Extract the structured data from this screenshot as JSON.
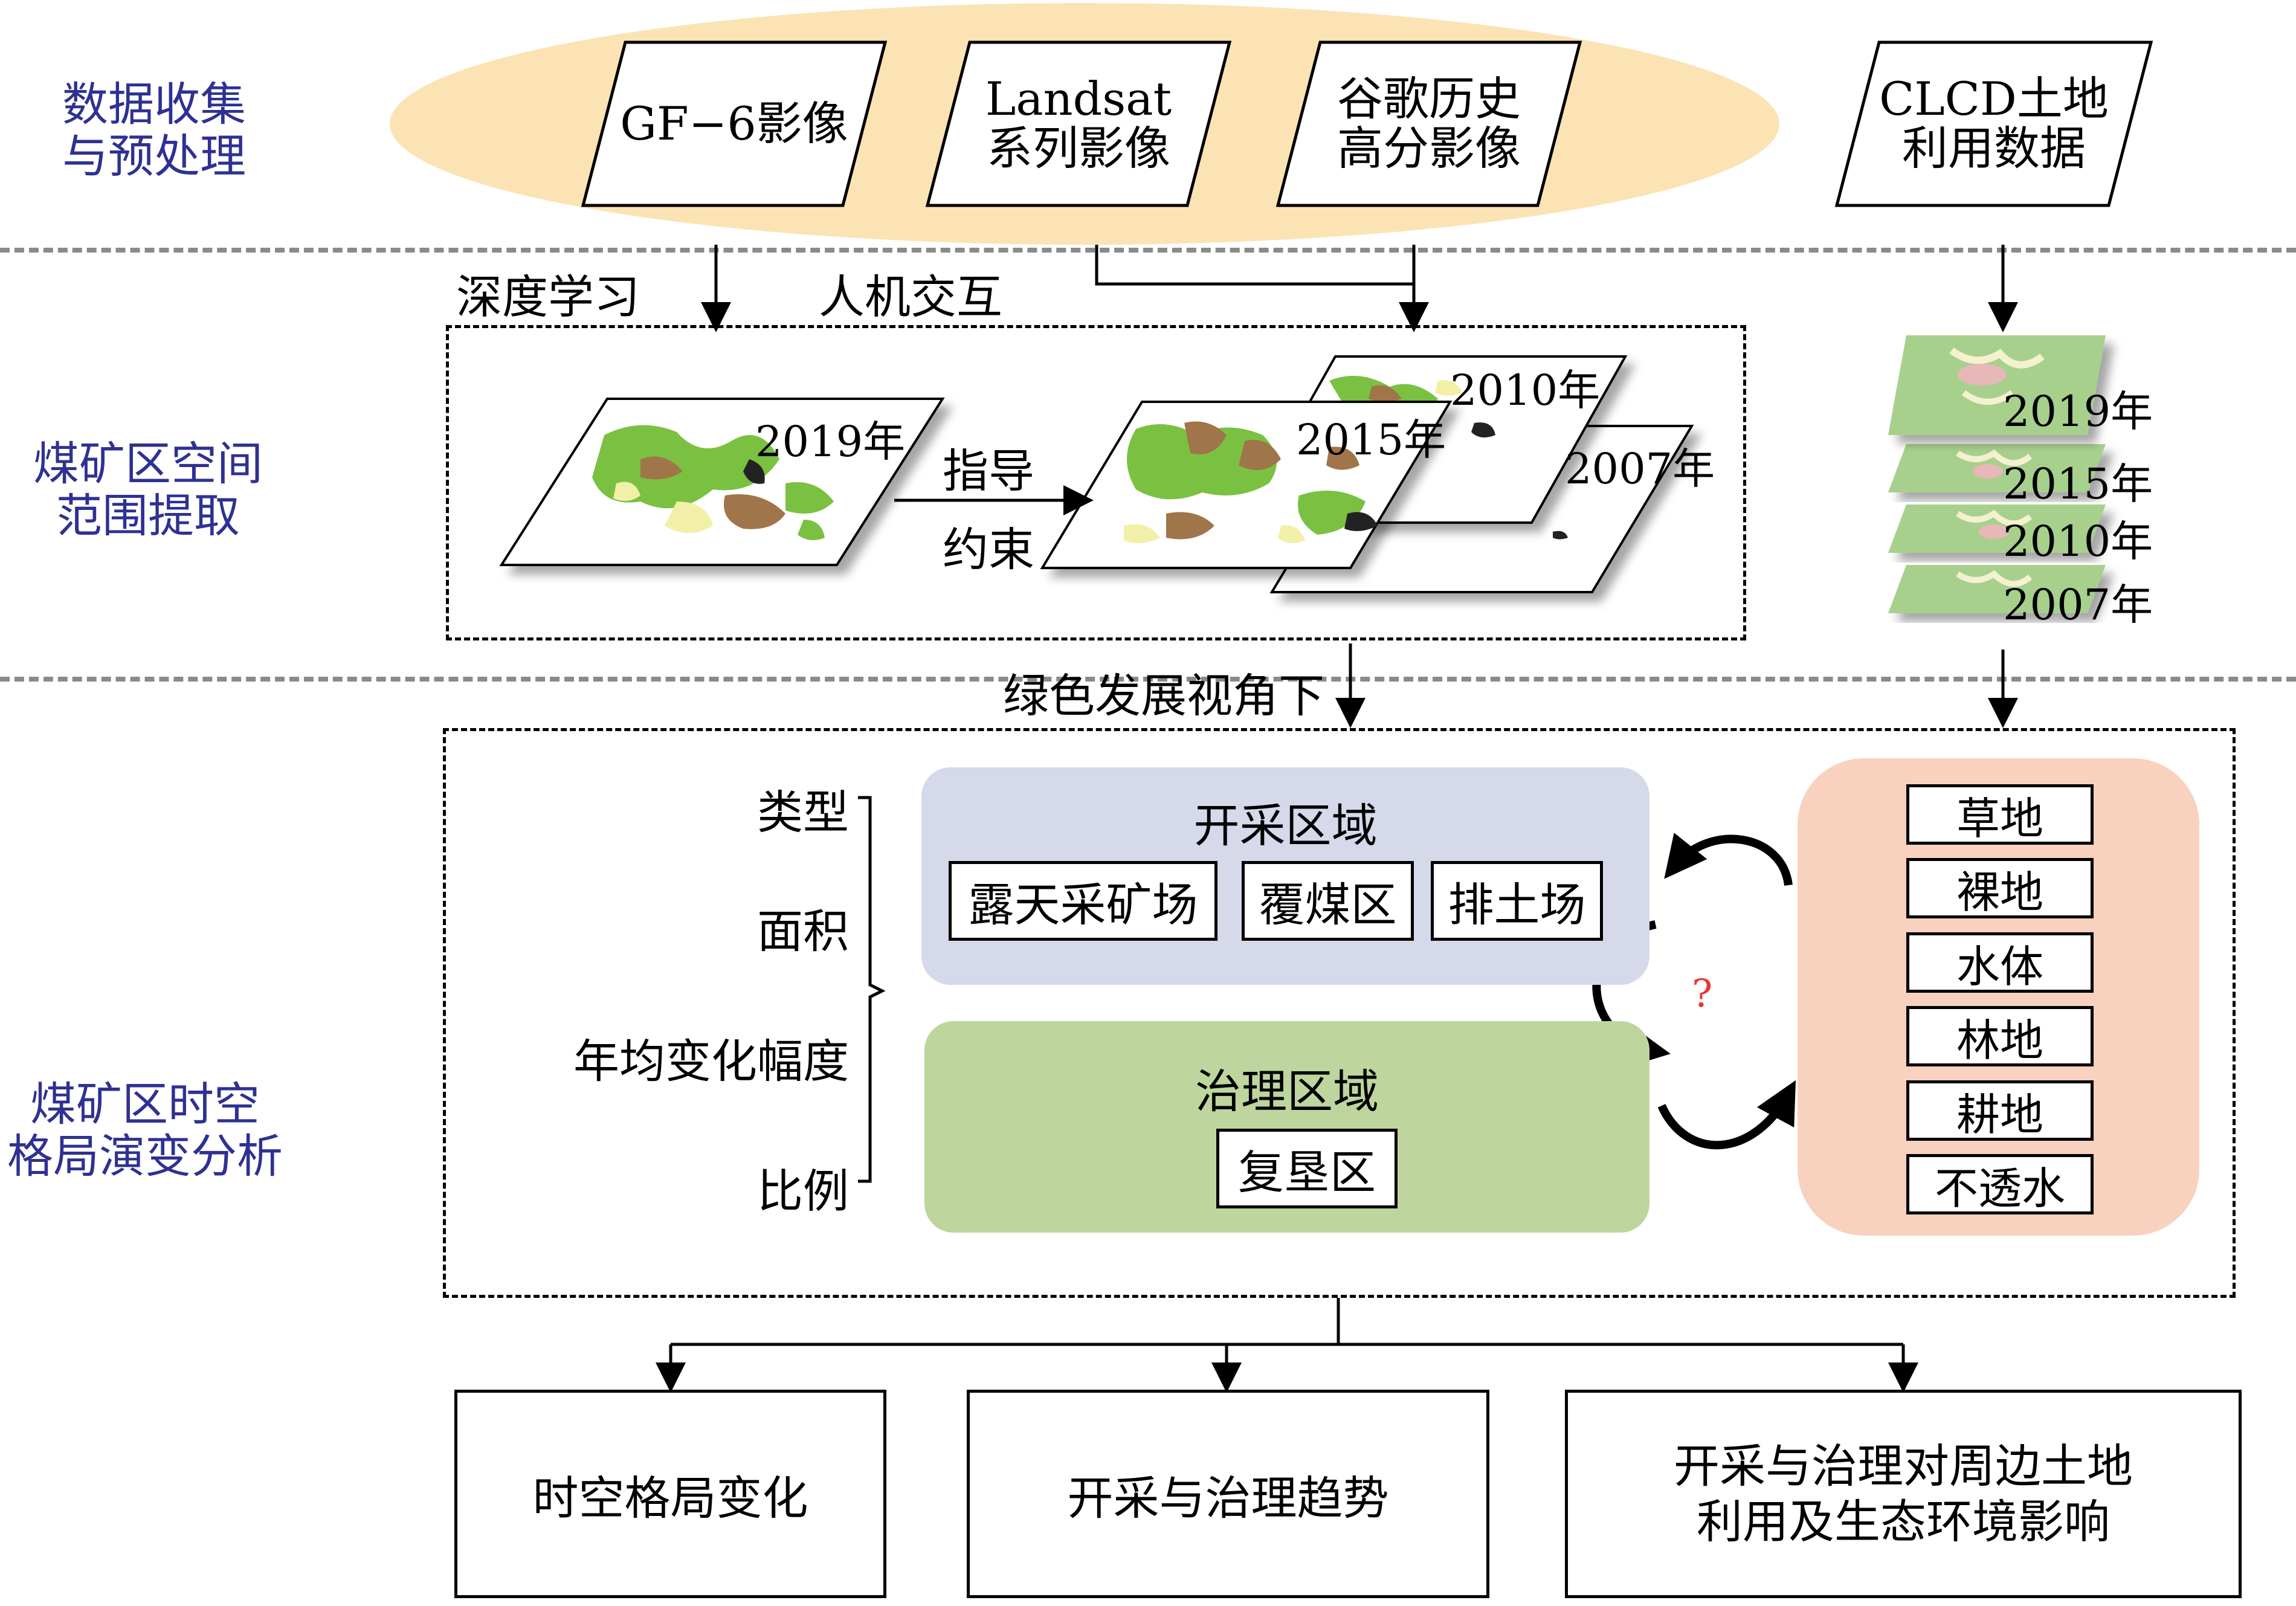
{
  "sections": {
    "data_collection": "数据收集\n与预处理",
    "spatial_extraction": "煤矿区空间\n范围提取",
    "pattern_analysis": "煤矿区时空\n格局演变分析"
  },
  "inputs": {
    "gf6": "GF−6影像",
    "landsat": "Landsat\n系列影像",
    "google": "谷歌历史\n高分影像",
    "clcd": "CLCD土地\n利用数据"
  },
  "methods": {
    "deep_learning": "深度学习",
    "human_computer": "人机交互",
    "guidance": "指导\n约束",
    "green_view": "绿色发展视角下"
  },
  "maps": {
    "y2019": "2019年",
    "y2015": "2015年",
    "y2010": "2010年",
    "y2007": "2007年"
  },
  "clcd_years": [
    "2019年",
    "2015年",
    "2010年",
    "2007年"
  ],
  "metrics": [
    "类型",
    "面积",
    "年均变化幅度",
    "比例"
  ],
  "mining": {
    "title": "开采区域",
    "items": [
      "露天采矿场",
      "覆煤区",
      "排土场"
    ]
  },
  "treatment": {
    "title": "治理区域",
    "items": [
      "复垦区"
    ]
  },
  "question_mark": "?",
  "land_use": [
    "草地",
    "裸地",
    "水体",
    "林地",
    "耕地",
    "不透水"
  ],
  "outputs": [
    "时空格局变化",
    "开采与治理趋势",
    "开采与治理对周边土地\n利用及生态环境影响"
  ],
  "colors": {
    "section_text": "#2e3192",
    "ellipse": "#fbe3b4",
    "mining_panel": "#d5d9ea",
    "treatment_panel": "#bed59e",
    "landuse_panel": "#f8d2bf",
    "question": "#e53935"
  }
}
